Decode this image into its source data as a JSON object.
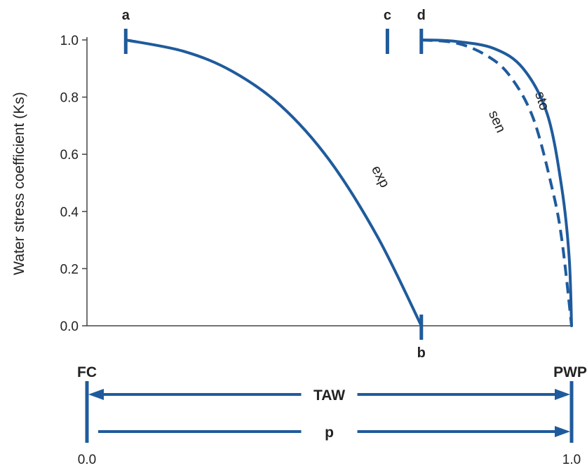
{
  "chart_data": {
    "type": "line",
    "title": "",
    "xlabel": "",
    "ylabel": "Water stress coefficient (Ks)",
    "xlim": [
      0.0,
      1.0
    ],
    "ylim": [
      0.0,
      1.0
    ],
    "y_ticks": [
      "0.0",
      "0.2",
      "0.4",
      "0.6",
      "0.8",
      "1.0"
    ],
    "x_ticks": [
      "0.0",
      "1.0"
    ],
    "grid": false,
    "series": [
      {
        "name": "exp",
        "style": "solid",
        "x": [
          0.08,
          0.2,
          0.3,
          0.4,
          0.5,
          0.6,
          0.69
        ],
        "y": [
          1.0,
          0.96,
          0.89,
          0.77,
          0.58,
          0.31,
          0.0
        ]
      },
      {
        "name": "sen",
        "style": "dashed",
        "x": [
          0.69,
          0.76,
          0.82,
          0.87,
          0.92,
          0.96,
          0.98,
          1.0
        ],
        "y": [
          1.0,
          0.99,
          0.95,
          0.88,
          0.73,
          0.48,
          0.3,
          0.0
        ]
      },
      {
        "name": "sto",
        "style": "solid",
        "x": [
          0.69,
          0.76,
          0.84,
          0.9,
          0.95,
          0.98,
          0.995,
          1.0
        ],
        "y": [
          1.0,
          0.995,
          0.97,
          0.9,
          0.74,
          0.48,
          0.24,
          0.0
        ]
      }
    ],
    "point_labels": [
      {
        "label": "a",
        "x": 0.08,
        "y": 1.0
      },
      {
        "label": "b",
        "x": 0.69,
        "y": 0.0
      },
      {
        "label": "c",
        "x": 0.62,
        "y": 1.0
      },
      {
        "label": "d",
        "x": 0.69,
        "y": 1.0
      }
    ],
    "scale_bars": {
      "start_label": "FC",
      "end_label": "PWP",
      "bars": [
        "TAW",
        "p"
      ]
    },
    "color": "#1f5b9c"
  }
}
